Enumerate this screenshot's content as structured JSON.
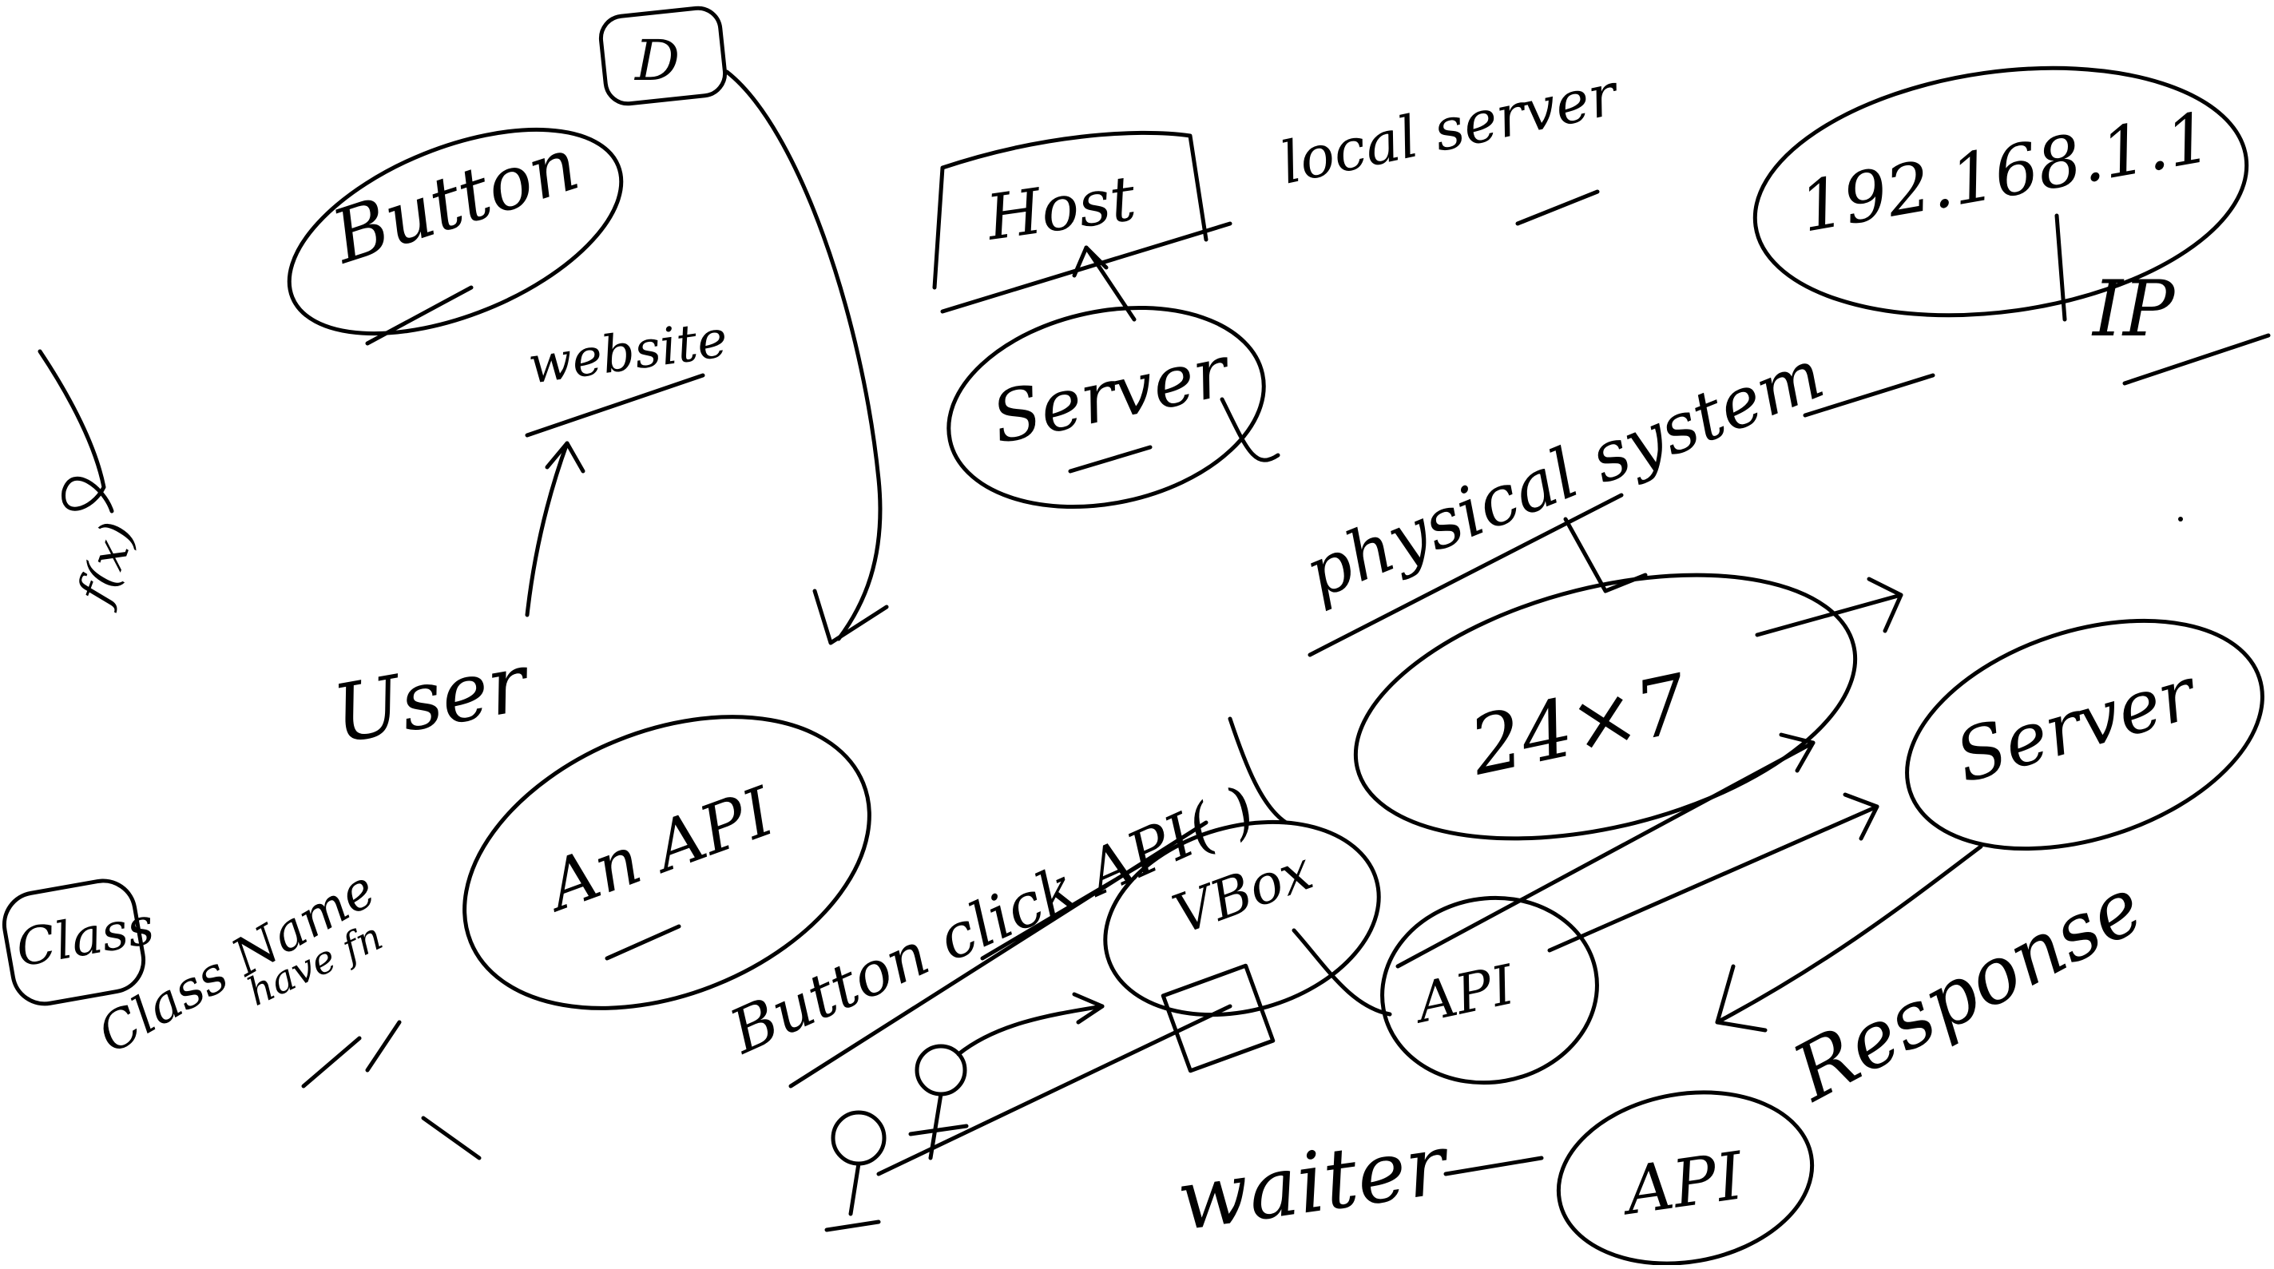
{
  "labels": {
    "button": "Button",
    "d_box": "D",
    "website": "website",
    "user": "User",
    "an_api": "An API",
    "host": "Host",
    "local_server": "local server",
    "server_top": "Server",
    "ip_address": "192.168.1.1",
    "ip": "IP",
    "physical_system": "physical system",
    "twenty_four_seven": "24×7",
    "server_right": "Server",
    "virtual_box": "VBox",
    "button_click_api": "Button click API( )",
    "api_small": "API",
    "response": "Response",
    "waiter": "waiter",
    "api_bottom": "API",
    "class_box": "Class",
    "class_name": "Class Name",
    "have_fn": "have fn"
  }
}
